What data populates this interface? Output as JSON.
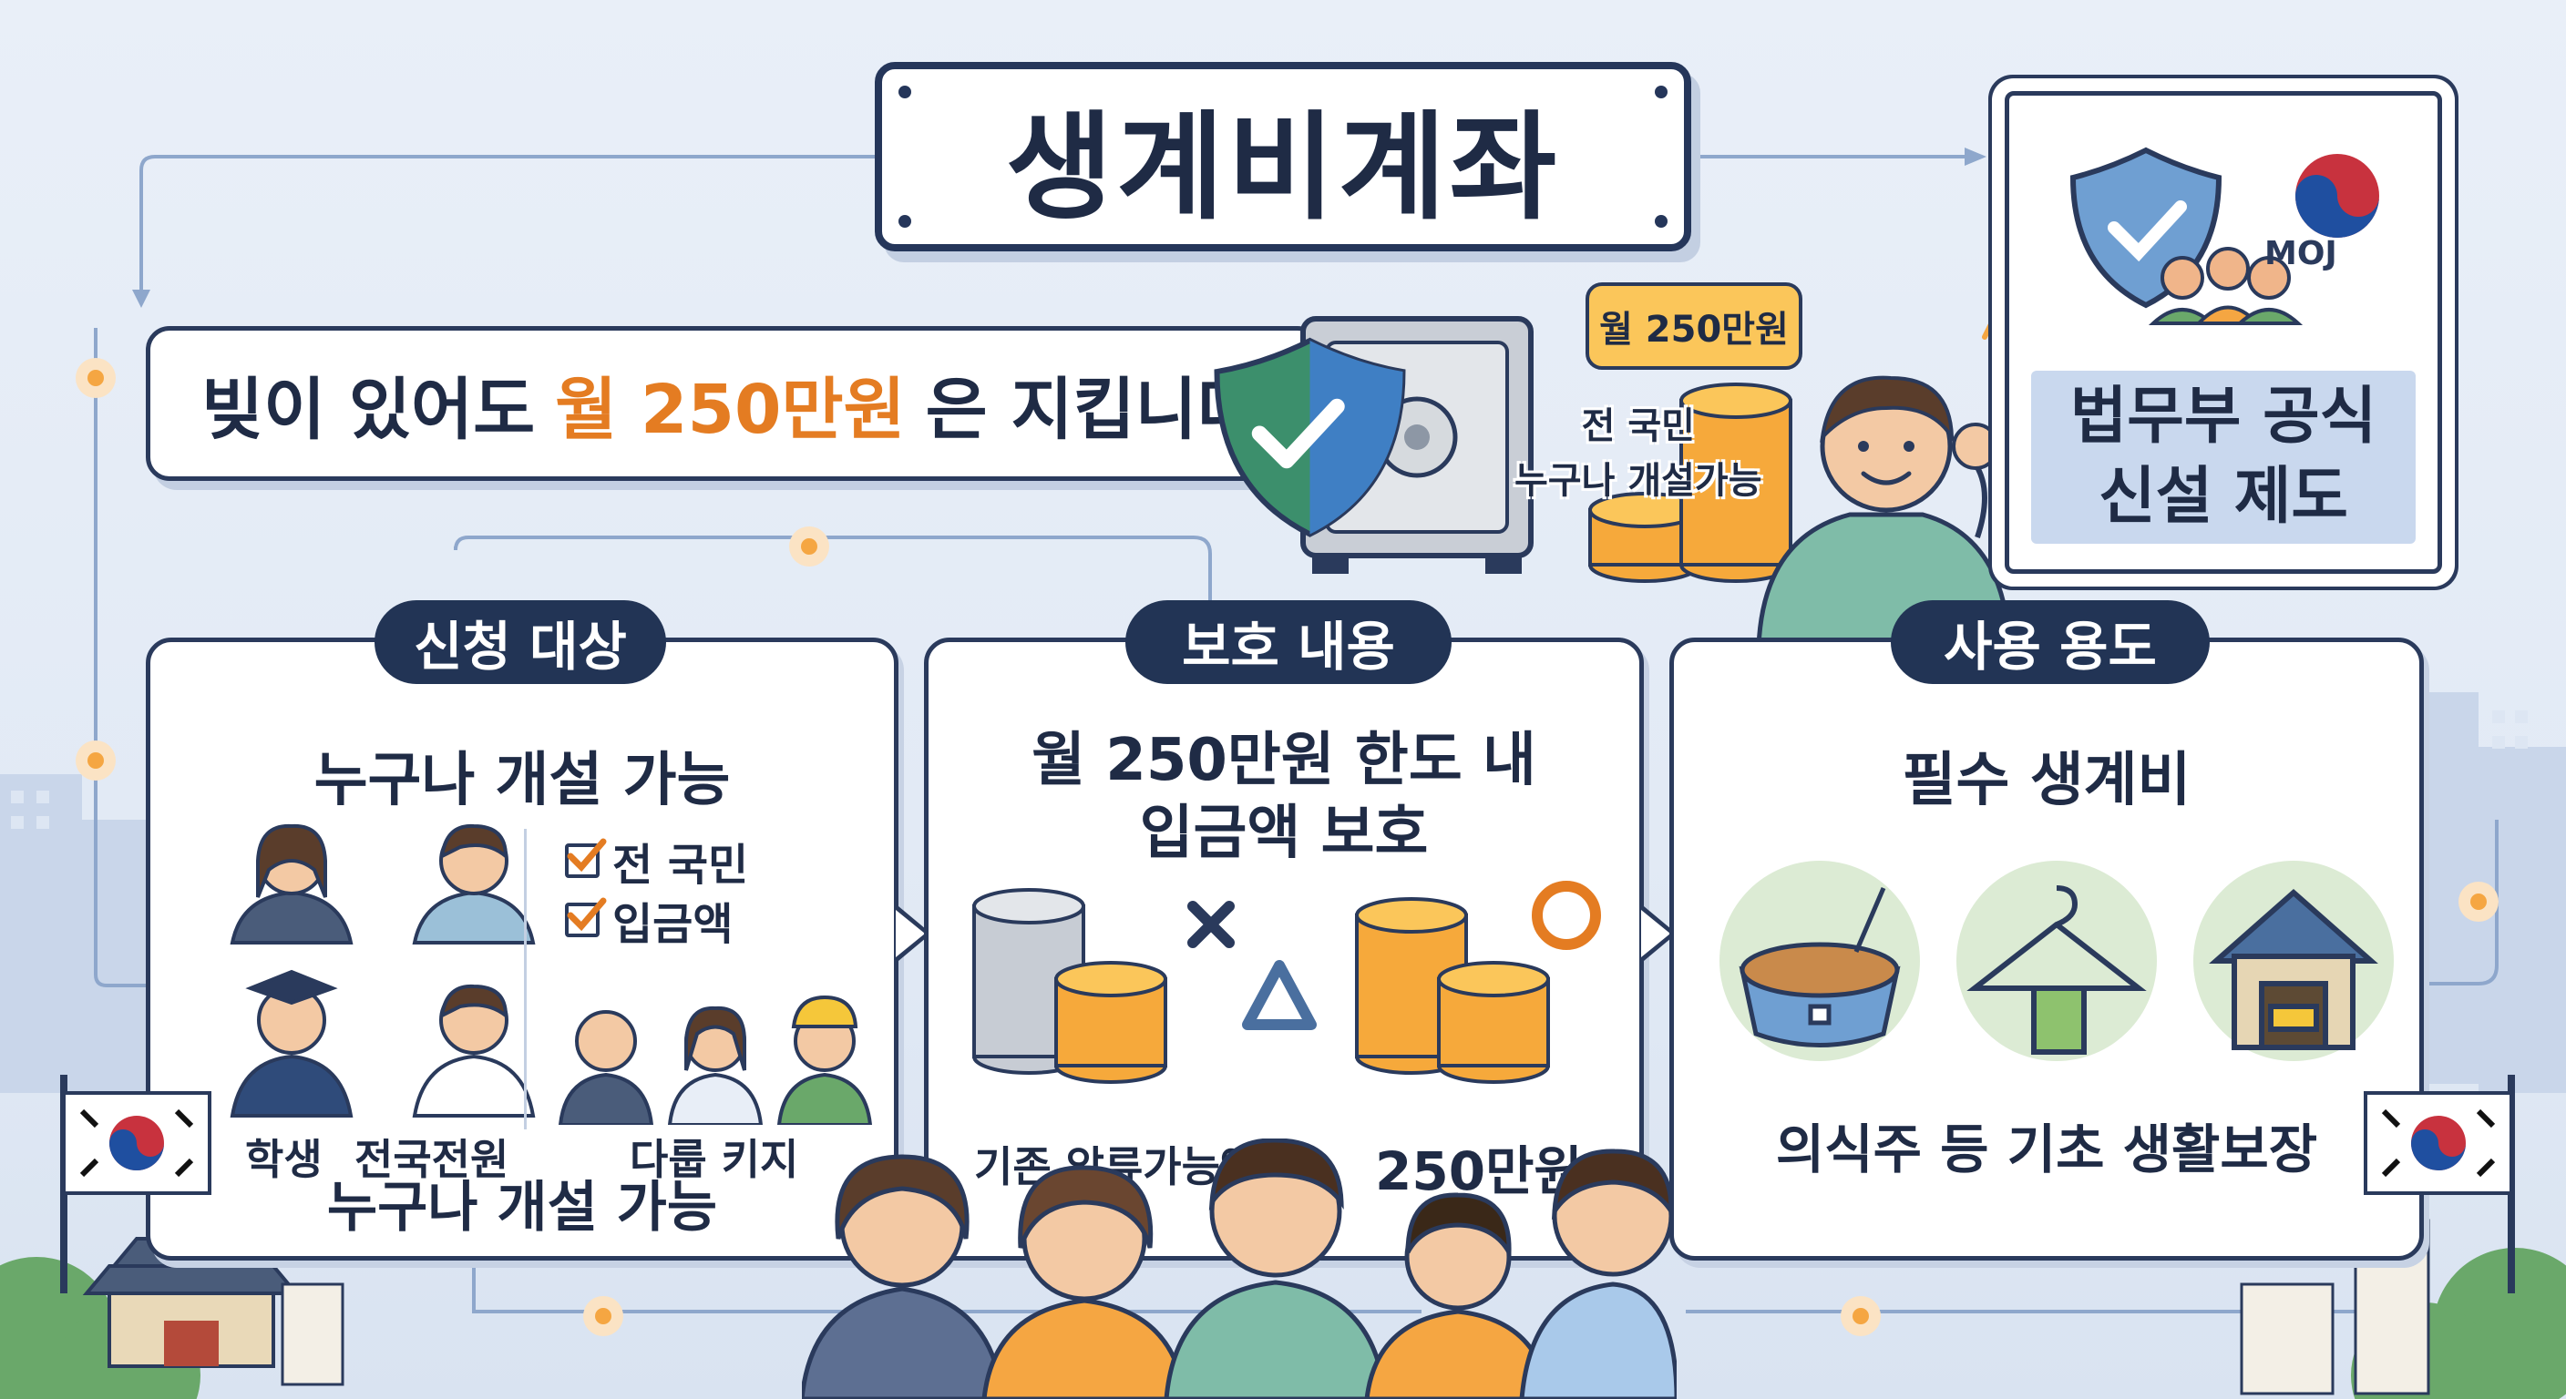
{
  "title": "생계비계좌",
  "tagline": {
    "prefix": "빚이 있어도",
    "highlight": "월 250만원",
    "suffix": "은 지킵니다"
  },
  "hero": {
    "amount_badge": "월 250만원",
    "everyone_line1": "전 국민",
    "everyone_line2": "누구나 개설가능"
  },
  "stamp": {
    "org_label": "MOJ",
    "line1": "법무부 공식",
    "line2": "신설 제도"
  },
  "panels": {
    "eligibility": {
      "tag": "신청 대상",
      "heading": "누구나 개설 가능",
      "checks": [
        "전 국민",
        "입금액"
      ],
      "people_labels": [
        "학생",
        "전국전원",
        "다룹 키지"
      ],
      "footer": "누구나 개설 가능"
    },
    "protection": {
      "tag": "보호 내용",
      "heading_line1": "월 250만원 한도 내",
      "heading_line2": "입금액 보호",
      "left_label": "기존 압류가능액",
      "right_label": "250만원"
    },
    "usage": {
      "tag": "사용 용도",
      "heading": "필수 생계비",
      "footer": "의식주 등 기초 생활보장"
    }
  },
  "colors": {
    "navy": "#223455",
    "orange": "#e47c22",
    "coin": "#f6a93b",
    "light_blue": "#c9d8ee",
    "green_circle": "#dcebd4"
  },
  "icons": [
    "shield-check-icon",
    "safe-icon",
    "coins-icon",
    "korean-emblem-icon",
    "people-icon",
    "x-mark-icon",
    "triangle-icon",
    "circle-mark-icon",
    "food-bowl-icon",
    "hanger-icon",
    "house-icon",
    "korean-flag-icon"
  ]
}
